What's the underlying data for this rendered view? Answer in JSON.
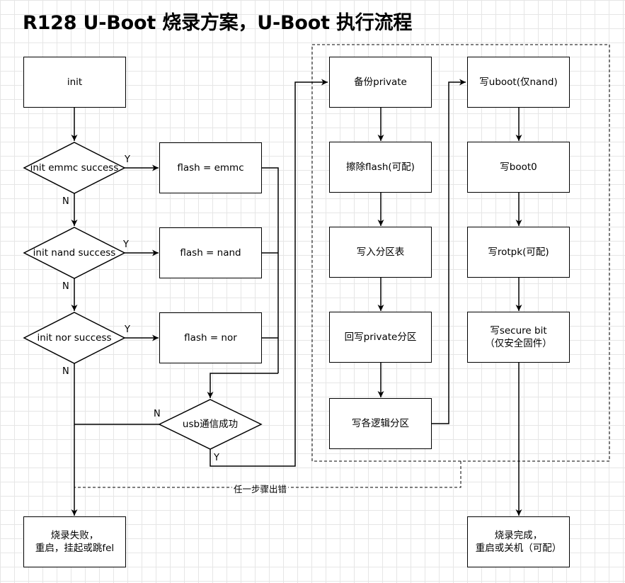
{
  "title": "R128 U-Boot 烧录方案，U-Boot 执行流程",
  "nodes": {
    "init": "init",
    "init_emmc": "init emmc success",
    "init_nand": "init nand success",
    "init_nor": "init nor success",
    "flash_emmc": "flash = emmc",
    "flash_nand": "flash = nand",
    "flash_nor": "flash = nor",
    "usb_ok": "usb通信成功",
    "fail": "烧录失败，\n重启，挂起或跳fel",
    "backup_private": "备份private",
    "erase_flash": "擦除flash(可配)",
    "write_partition_table": "写入分区表",
    "write_back_private": "回写private分区",
    "write_logical": "写各逻辑分区",
    "write_uboot": "写uboot(仅nand)",
    "write_boot0": "写boot0",
    "write_rotpk": "写rotpk(可配)",
    "write_secure_bit": "写secure bit\n（仅安全固件）",
    "done": "烧录完成，\n重启或关机（可配）"
  },
  "labels": {
    "yes": "Y",
    "no": "N",
    "any_error": "任一步骤出错"
  },
  "colors": {
    "stroke": "#000000",
    "fill": "#ffffff",
    "grid": "#e6e6e6"
  }
}
